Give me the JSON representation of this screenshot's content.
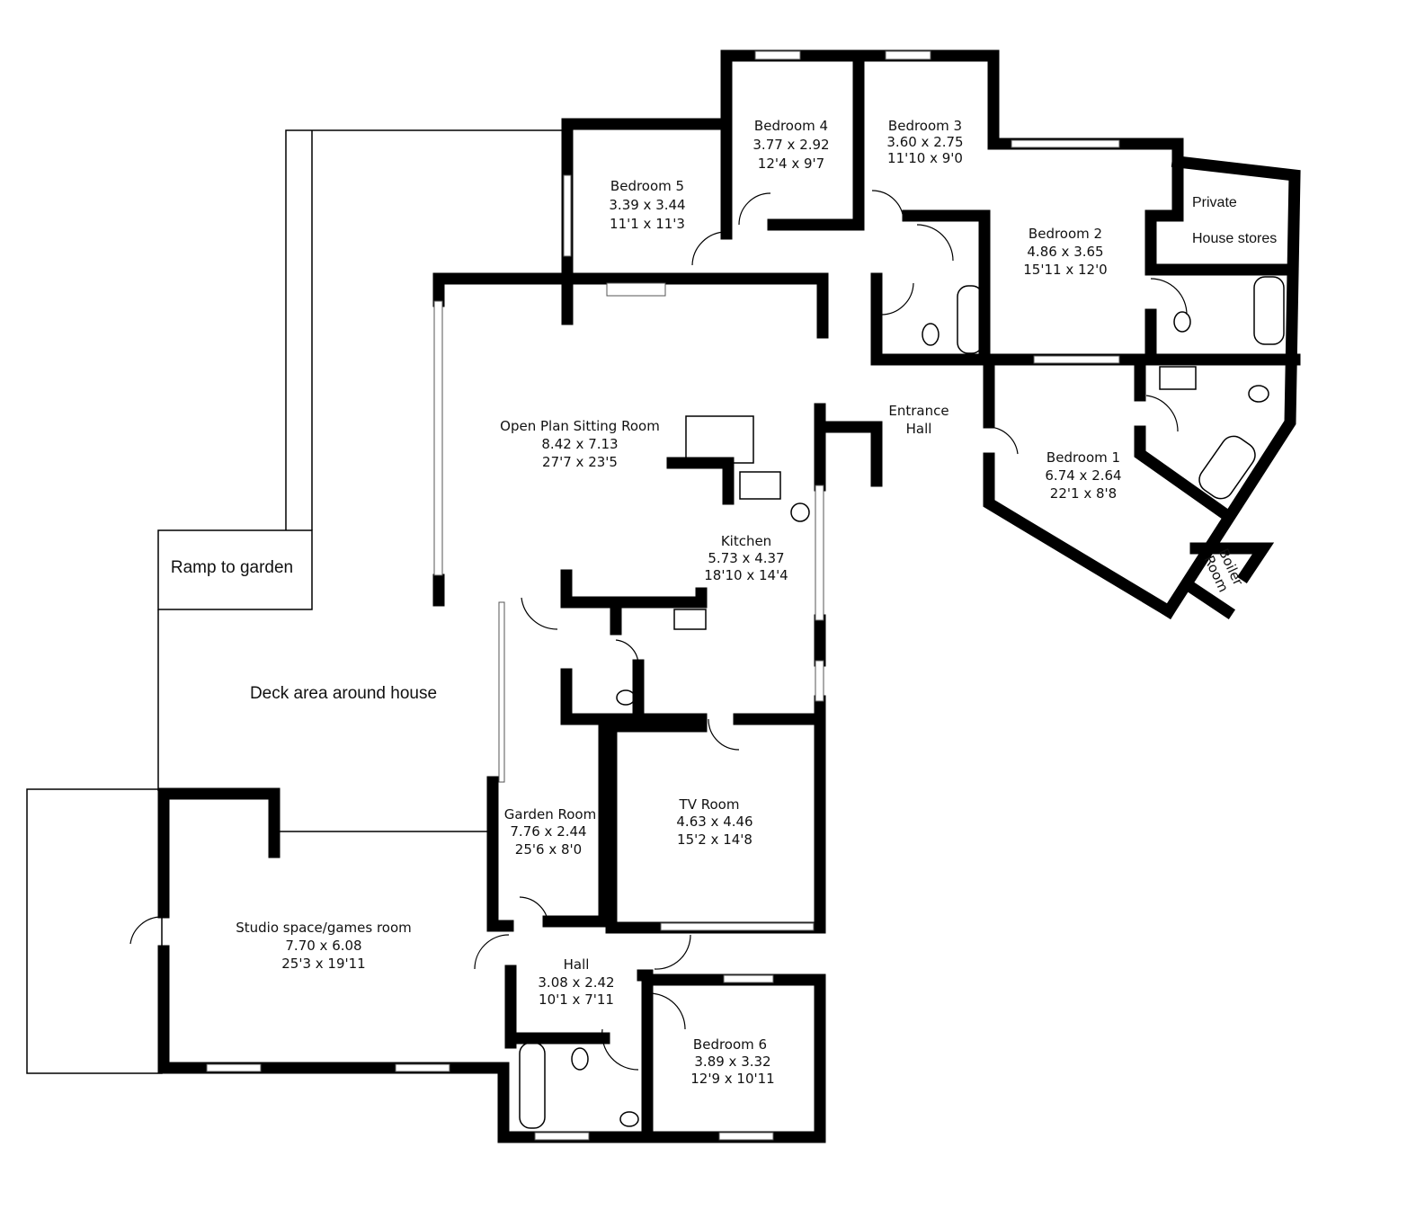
{
  "rooms": {
    "bedroom5": {
      "name": "Bedroom 5",
      "metric": "3.39 x 3.44",
      "imperial": "11'1 x 11'3"
    },
    "bedroom4": {
      "name": "Bedroom 4",
      "metric": "3.77 x 2.92",
      "imperial": "12'4 x 9'7"
    },
    "bedroom3": {
      "name": "Bedroom 3",
      "metric": "3.60 x 2.75",
      "imperial": "11'10 x 9'0"
    },
    "bedroom2": {
      "name": "Bedroom 2",
      "metric": "4.86 x 3.65",
      "imperial": "15'11 x 12'0"
    },
    "stores": {
      "line1": "Private",
      "line2": "House stores"
    },
    "sitting": {
      "name": "Open Plan Sitting Room",
      "metric": "8.42 x 7.13",
      "imperial": "27'7 x 23'5"
    },
    "entrance": {
      "line1": "Entrance",
      "line2": "Hall"
    },
    "bedroom1": {
      "name": "Bedroom 1",
      "metric": "6.74 x 2.64",
      "imperial": "22'1 x 8'8"
    },
    "boiler": {
      "line1": "Boiler",
      "line2": "Room"
    },
    "kitchen": {
      "name": "Kitchen",
      "metric": "5.73 x 4.37",
      "imperial": "18'10 x 14'4"
    },
    "ramp": {
      "name": "Ramp to garden"
    },
    "deck": {
      "name": "Deck area around house"
    },
    "tv": {
      "name": "TV Room",
      "metric": "4.63 x 4.46",
      "imperial": "15'2 x 14'8"
    },
    "garden": {
      "name": "Garden Room",
      "metric": "7.76 x 2.44",
      "imperial": "25'6 x 8'0"
    },
    "studio": {
      "name": "Studio space/games room",
      "metric": "7.70 x 6.08",
      "imperial": "25'3 x 19'11"
    },
    "hall": {
      "name": "Hall",
      "metric": "3.08 x 2.42",
      "imperial": "10'1 x 7'11"
    },
    "bedroom6": {
      "name": "Bedroom 6",
      "metric": "3.89 x 3.32",
      "imperial": "12'9 x 10'11"
    }
  }
}
